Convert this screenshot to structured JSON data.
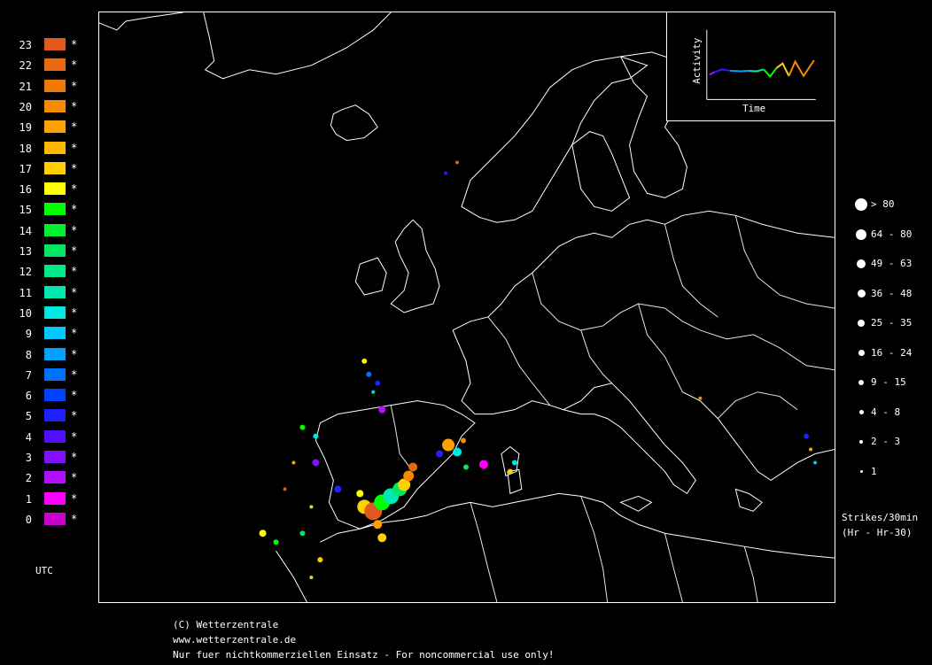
{
  "hour_legend": {
    "items": [
      {
        "hour": "23",
        "color": "#e05a20",
        "mark": "*"
      },
      {
        "hour": "22",
        "color": "#e86a10",
        "mark": "*"
      },
      {
        "hour": "21",
        "color": "#f07a08",
        "mark": "*"
      },
      {
        "hour": "20",
        "color": "#f88a00",
        "mark": "*"
      },
      {
        "hour": "19",
        "color": "#ffa000",
        "mark": "*"
      },
      {
        "hour": "18",
        "color": "#ffb800",
        "mark": "*"
      },
      {
        "hour": "17",
        "color": "#ffd000",
        "mark": "*"
      },
      {
        "hour": "16",
        "color": "#ffff00",
        "mark": "*"
      },
      {
        "hour": "15",
        "color": "#00ff00",
        "mark": "*"
      },
      {
        "hour": "14",
        "color": "#00f030",
        "mark": "*"
      },
      {
        "hour": "13",
        "color": "#00e860",
        "mark": "*"
      },
      {
        "hour": "12",
        "color": "#00e888",
        "mark": "*"
      },
      {
        "hour": "11",
        "color": "#00e8b0",
        "mark": "*"
      },
      {
        "hour": "10",
        "color": "#00e8e0",
        "mark": "*"
      },
      {
        "hour": "9",
        "color": "#00c8ff",
        "mark": "*"
      },
      {
        "hour": "8",
        "color": "#00a0ff",
        "mark": "*"
      },
      {
        "hour": "7",
        "color": "#0070ff",
        "mark": "*"
      },
      {
        "hour": "6",
        "color": "#0040ff",
        "mark": "*"
      },
      {
        "hour": "5",
        "color": "#2020ff",
        "mark": "*"
      },
      {
        "hour": "4",
        "color": "#5010ff",
        "mark": "*"
      },
      {
        "hour": "3",
        "color": "#8010ff",
        "mark": "*"
      },
      {
        "hour": "2",
        "color": "#b010ff",
        "mark": "*"
      },
      {
        "hour": "1",
        "color": "#ff00ff",
        "mark": "*"
      },
      {
        "hour": "0",
        "color": "#cc00cc",
        "mark": "*"
      }
    ],
    "unit_label": "UTC"
  },
  "activity_inset": {
    "y_label": "Activity",
    "x_label": "Time",
    "segments": [
      {
        "color": "#b010ff",
        "points": [
          [
            0,
            0.55
          ],
          [
            0.05,
            0.45
          ]
        ]
      },
      {
        "color": "#2020ff",
        "points": [
          [
            0.05,
            0.45
          ],
          [
            0.12,
            0.35
          ],
          [
            0.2,
            0.4
          ]
        ]
      },
      {
        "color": "#00a0ff",
        "points": [
          [
            0.2,
            0.4
          ],
          [
            0.3,
            0.42
          ],
          [
            0.38,
            0.4
          ]
        ]
      },
      {
        "color": "#00e8b0",
        "points": [
          [
            0.38,
            0.4
          ],
          [
            0.45,
            0.42
          ],
          [
            0.52,
            0.35
          ]
        ]
      },
      {
        "color": "#00ff00",
        "points": [
          [
            0.52,
            0.35
          ],
          [
            0.58,
            0.62
          ],
          [
            0.64,
            0.3
          ]
        ]
      },
      {
        "color": "#ffd000",
        "points": [
          [
            0.64,
            0.3
          ],
          [
            0.7,
            0.12
          ],
          [
            0.76,
            0.6
          ]
        ]
      },
      {
        "color": "#f88a00",
        "points": [
          [
            0.76,
            0.6
          ],
          [
            0.82,
            0.05
          ],
          [
            0.9,
            0.6
          ],
          [
            1.0,
            0.0
          ]
        ]
      }
    ]
  },
  "size_legend": {
    "items": [
      {
        "label": "> 80"
      },
      {
        "label": "64 - 80"
      },
      {
        "label": "49 - 63"
      },
      {
        "label": "36 - 48"
      },
      {
        "label": "25 - 35"
      },
      {
        "label": "16 - 24"
      },
      {
        "label": "9 - 15"
      },
      {
        "label": "4 - 8"
      },
      {
        "label": "2 - 3"
      },
      {
        "label": "1"
      }
    ],
    "units_line1": "Strikes/30min",
    "units_line2": "(Hr - Hr-30)"
  },
  "footer": {
    "copyright": "(C) Wetterzentrale",
    "url": "www.wetterzentrale.de",
    "notice": "Nur fuer nichtkommerziellen Einsatz - For noncommercial use only!"
  }
}
